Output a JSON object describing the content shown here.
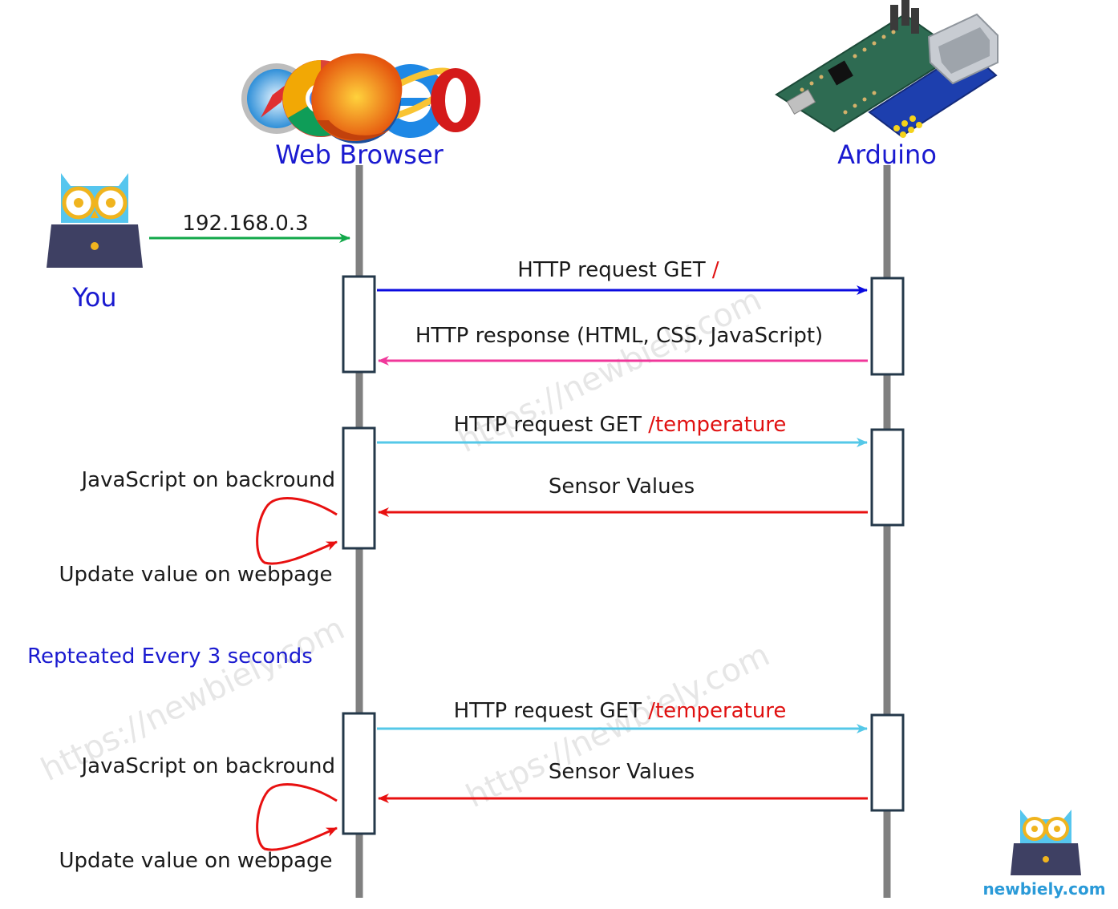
{
  "participants": {
    "browser": "Web Browser",
    "arduino": "Arduino",
    "user": "You"
  },
  "messages": {
    "ip": "192.168.0.3",
    "get_root": {
      "prefix": "HTTP request GET ",
      "path": "/"
    },
    "response": "HTTP response (HTML, CSS, JavaScript)",
    "get_temp_1": {
      "prefix": "HTTP request GET ",
      "path": "/temperature"
    },
    "sensor_1": "Sensor Values",
    "get_temp_2": {
      "prefix": "HTTP request GET ",
      "path": "/temperature"
    },
    "sensor_2": "Sensor Values"
  },
  "notes": {
    "js_1": "JavaScript on backround",
    "update_1": "Update value on webpage",
    "repeat": "Repteated Every 3 seconds",
    "js_2": "JavaScript on backround",
    "update_2": "Update value on webpage"
  },
  "watermark": "https://newbiely.com",
  "brand": "newbiely.com",
  "colors": {
    "ip_arrow": "#12a84a",
    "get_root_arrow": "#0a0ae0",
    "response_arrow": "#f0379a",
    "get_temp_arrow": "#55c8e8",
    "sensor_arrow": "#e81010",
    "lifeline": "#808080",
    "activation_border": "#24384a",
    "actor_text": "#1a1ad0",
    "path_text": "#e01010"
  },
  "icons": {
    "browsers": [
      "safari-icon",
      "chrome-icon",
      "firefox-icon",
      "ie-icon",
      "opera-icon"
    ],
    "arduino": "arduino-board-icon",
    "user": "owl-laptop-icon"
  }
}
